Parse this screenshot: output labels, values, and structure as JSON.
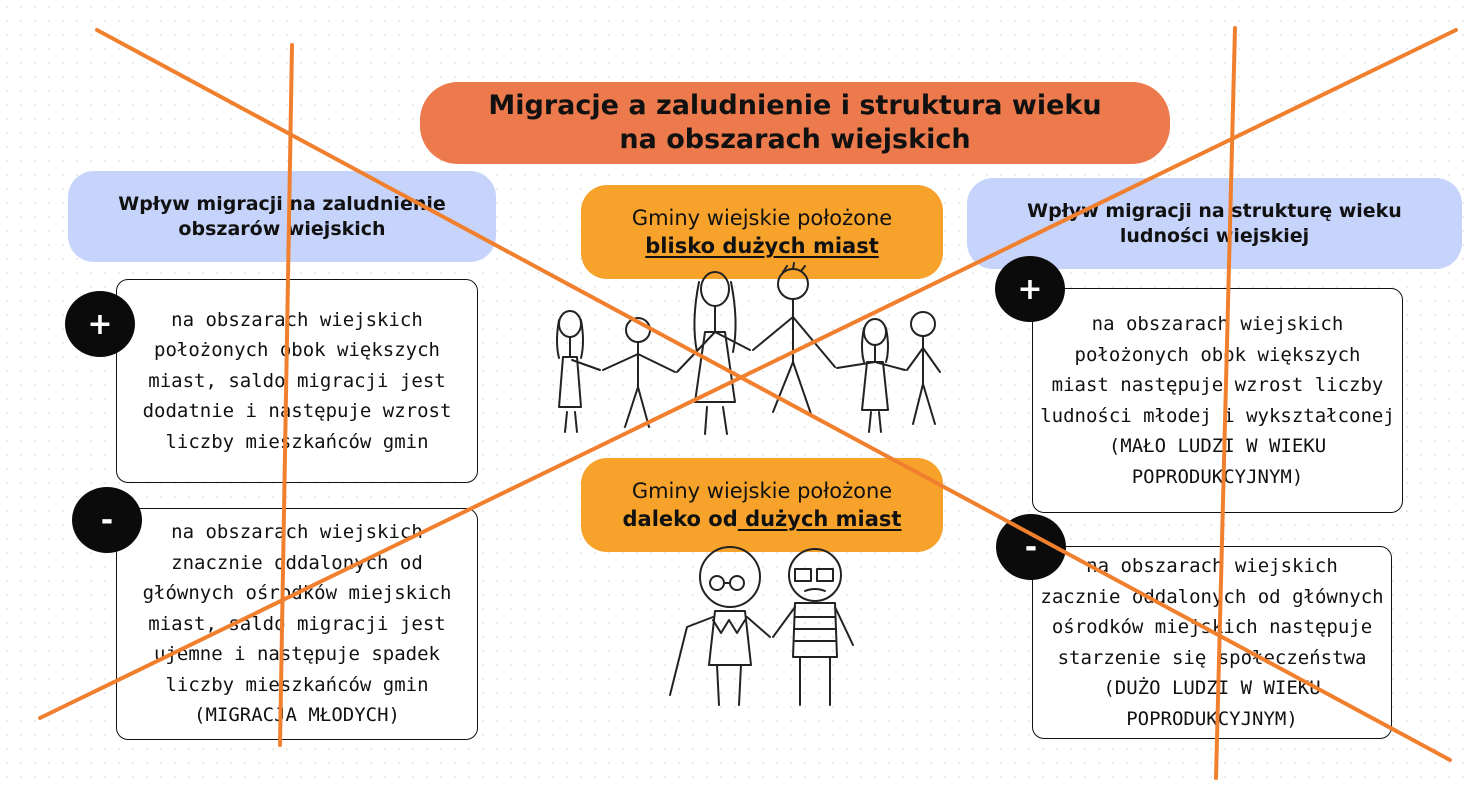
{
  "title": {
    "line1": "Migracje a zaludnienie i struktura wieku",
    "line2": "na obszarach wiejskich"
  },
  "left": {
    "header": {
      "line1": "Wpływ migracji na zaludnienie",
      "line2": "obszarów wiejskich"
    },
    "plus": {
      "sign": "+",
      "lines": [
        "na obszarach wiejskich",
        "położonych obok większych",
        "miast, saldo migracji jest",
        "dodatnie i następuje wzrost",
        "liczby mieszkańców gmin"
      ]
    },
    "minus": {
      "sign": "-",
      "lines": [
        "na obszarach wiejskich",
        "znacznie oddalonych od",
        "głównych ośrodków miejskich",
        "miast, saldo migracji jest",
        "ujemne i następuje spadek",
        "liczby mieszkańców gmin",
        "(MIGRACJA MŁODYCH)"
      ]
    }
  },
  "center": {
    "near": {
      "line1": "Gminy wiejskie położone",
      "line2": "blisko dużych miast"
    },
    "far": {
      "line1": "Gminy wiejskie położone",
      "line2_plain": "daleko od",
      "line2_underlined": " dużych miast"
    }
  },
  "right": {
    "header": {
      "line1": "Wpływ migracji na strukturę wieku",
      "line2": "ludności wiejskiej"
    },
    "plus": {
      "sign": "+",
      "lines": [
        "na obszarach wiejskich",
        "położonych obok większych",
        "miast następuje wzrost liczby",
        "ludności młodej i wykształconej",
        "(MAŁO LUDZI W WIEKU",
        "POPRODUKCYJNYM)"
      ]
    },
    "minus": {
      "sign": "-",
      "lines": [
        "na obszarach wiejskich",
        "zacznie oddalonych od  głównych",
        "ośrodków miejskich następuje",
        "starzenie się społeczeństwa",
        "(DUŻO LUDZI W WIEKU",
        "POPRODUKCYJNYM)"
      ]
    }
  },
  "colors": {
    "title": "#ec7a4c",
    "header": "#c6d3fb",
    "center_label": "#f7a22b",
    "cross_lines": "#f07f2e"
  }
}
